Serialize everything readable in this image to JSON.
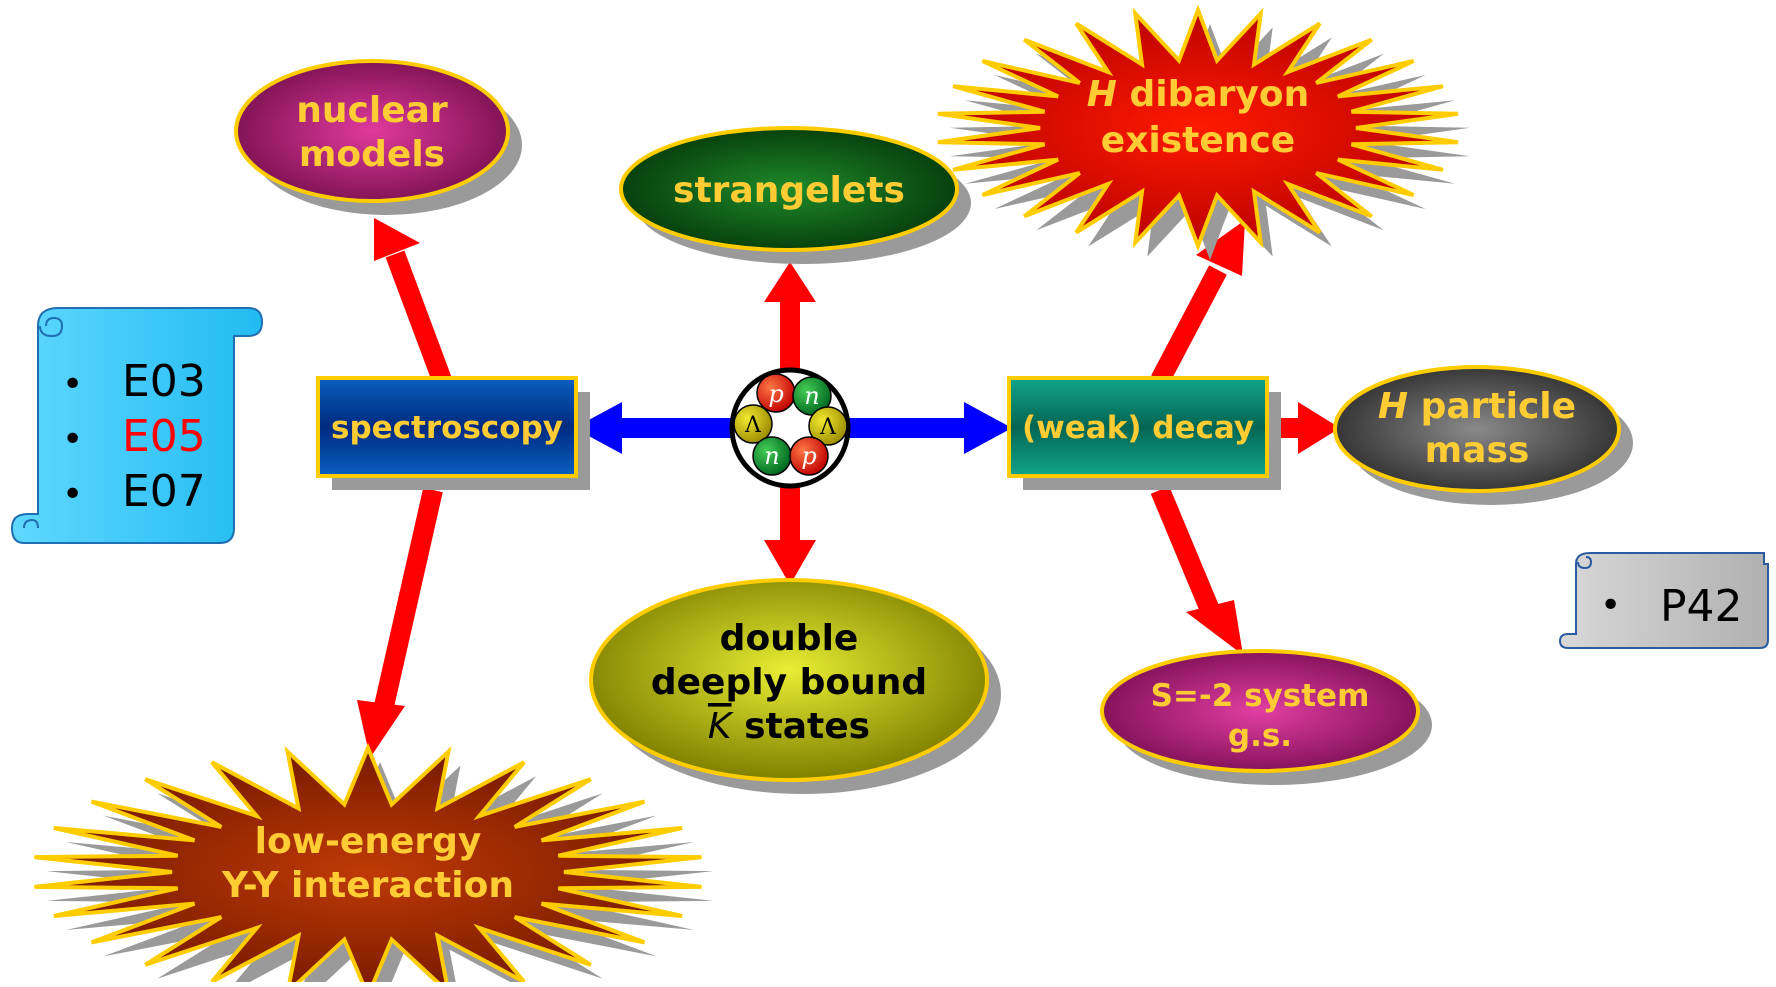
{
  "colors": {
    "arrow_red": "#ff0000",
    "arrow_blue": "#0000ff",
    "label_gold": "#ffcc33",
    "outline_gold": "#ffcc00",
    "scroll_blue": "#33ccff",
    "scroll_gray": "#bdbdbd",
    "highlight_red": "#ff0000"
  },
  "center": {
    "nucleons": [
      "p",
      "n",
      "Λ",
      "Λ",
      "n",
      "p"
    ]
  },
  "boxes": {
    "spectroscopy": "spectroscopy",
    "decay": "(weak) decay"
  },
  "ovals": {
    "nuclear_models": [
      "nuclear",
      "models"
    ],
    "strangelets": "strangelets",
    "double_kbar": {
      "line1": "double",
      "line2": "deeply bound",
      "kbar": "K",
      "states": "states"
    },
    "h_particle_mass": {
      "h": "H",
      "rest": " particle",
      "line2": "mass"
    },
    "s2_system": [
      "S=-2 system",
      "g.s."
    ]
  },
  "bursts": {
    "h_dibaryon": {
      "h": "H",
      "rest": " dibaryon",
      "line2": "existence"
    },
    "low_energy": [
      "low-energy",
      "Y-Y interaction"
    ]
  },
  "scrolls": {
    "experiments": [
      {
        "bullet": "•",
        "text": "E03",
        "highlight": false
      },
      {
        "bullet": "•",
        "text": "E05",
        "highlight": true
      },
      {
        "bullet": "•",
        "text": "E07",
        "highlight": false
      }
    ],
    "proposal": {
      "bullet": "•",
      "text": "P42"
    }
  }
}
